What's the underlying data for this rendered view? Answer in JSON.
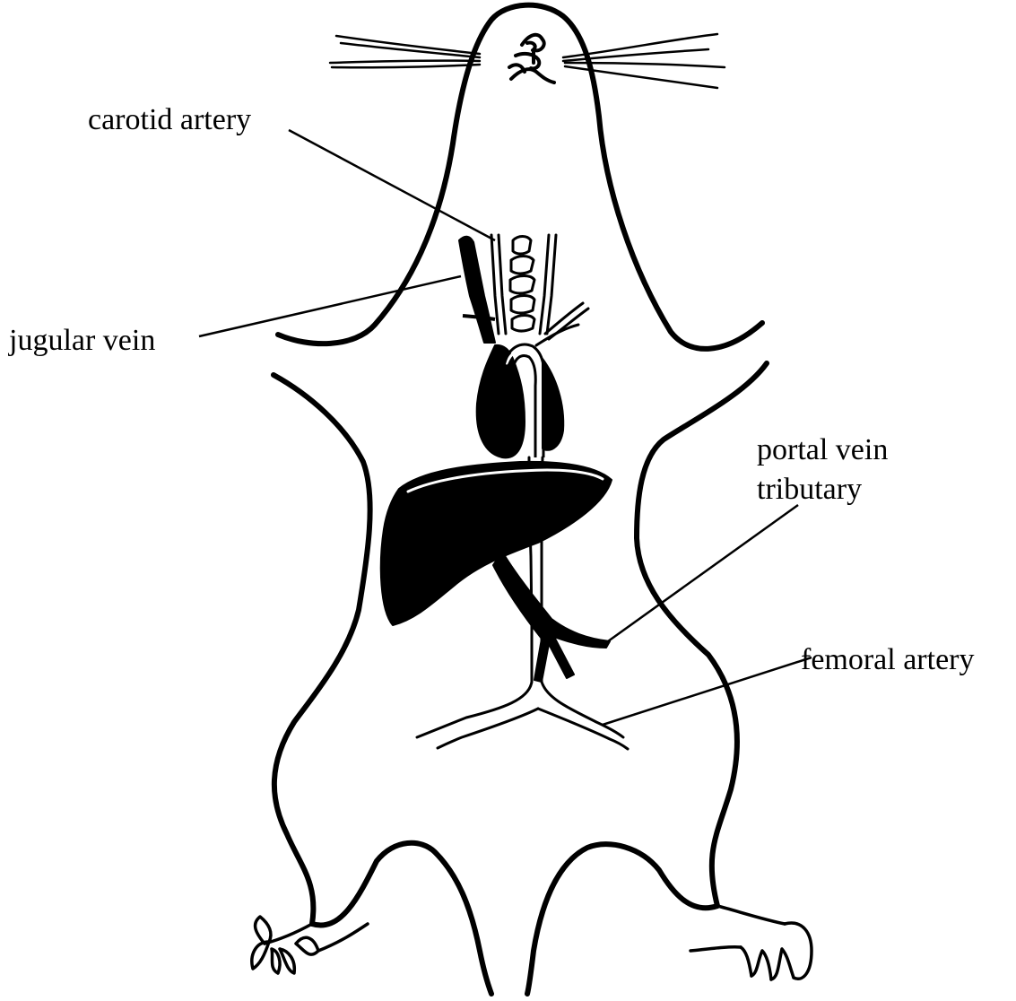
{
  "labels": {
    "carotid_artery": "carotid artery",
    "jugular_vein": "jugular vein",
    "portal_vein_line1": "portal vein",
    "portal_vein_line2": "tributary",
    "femoral_artery": "femoral artery"
  },
  "colors": {
    "ink": "#000000",
    "background": "#ffffff"
  }
}
